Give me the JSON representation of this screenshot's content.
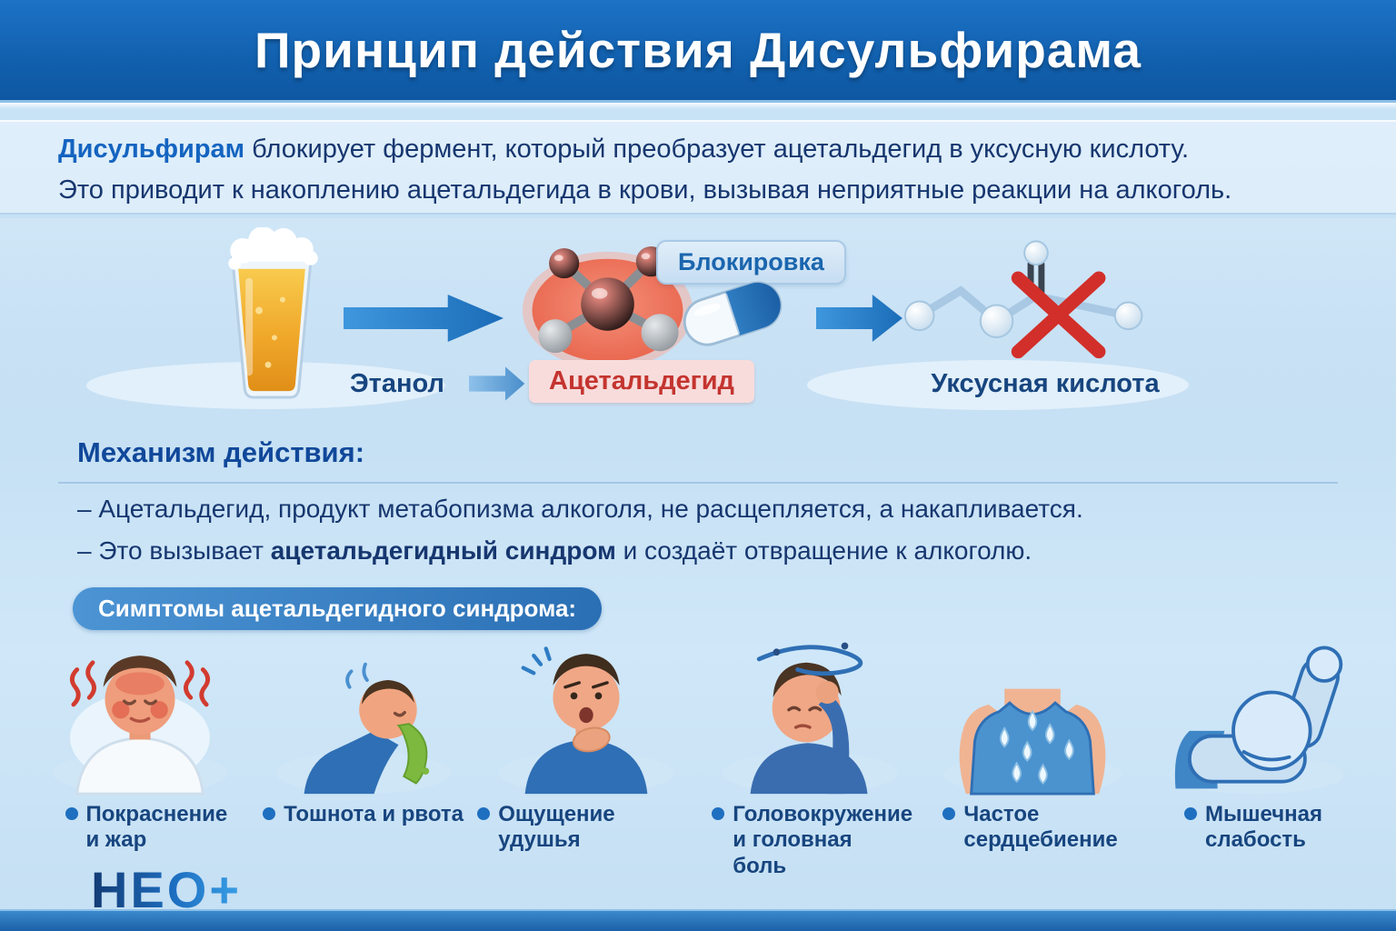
{
  "header": {
    "title": "Принцип действия Дисульфирама"
  },
  "intro": {
    "line1_bold": "Дисульфирам",
    "line1_rest": " блокирует фермент, который преобразует ацетальдегид в уксусную кислоту.",
    "line2": "Это приводит к накоплению ацетальдегида в крови, вызывая неприятные реакции на алкоголь."
  },
  "process": {
    "blocking_label": "Блокировка",
    "ethanol_label": "Этанол",
    "acetaldehyde_label": "Ацетальдегид",
    "acetic_acid_label": "Уксусная кислота"
  },
  "mechanism": {
    "heading": "Механизм действия:",
    "bullet1": "– Ацетальдегид, продукт метабопизма алкоголя, не расщепляется, а накапливается.",
    "bullet2_prefix": "– Это вызывает ",
    "bullet2_bold": "ацетальдегидный синдром",
    "bullet2_suffix": " и создаёт отвращение к алкоголю."
  },
  "symptoms": {
    "heading": "Симптомы ацетальдегидного синдрома:",
    "items": [
      {
        "label": "Покраснение и жар"
      },
      {
        "label": "Тошнота и рвота"
      },
      {
        "label": "Ощущение удушья"
      },
      {
        "label": "Головокружение и головная боль"
      },
      {
        "label": "Частое сердцебиение"
      },
      {
        "label": "Мышечная слабость"
      }
    ]
  },
  "footer": {
    "logo": "НЕО+"
  },
  "colors": {
    "header_blue": "#1160ae",
    "accent_blue": "#1e6fc0",
    "text_navy": "#16366f",
    "lead_blue": "#1464c0",
    "red": "#c4342f",
    "pink_box": "#f8dcdc",
    "green_vomit": "#7cb93e",
    "background_light_blue": "#cde6f8"
  }
}
